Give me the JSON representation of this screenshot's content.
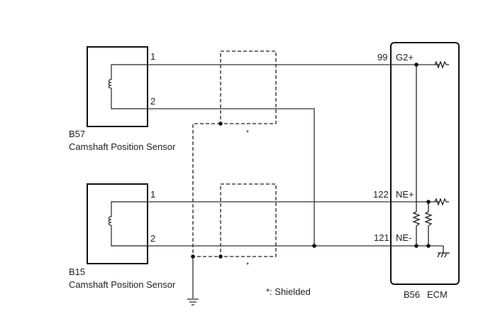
{
  "components": {
    "sensor_top": {
      "code": "B57",
      "name": "Camshaft Position Sensor",
      "pins": [
        "1",
        "2"
      ]
    },
    "sensor_bottom": {
      "code": "B15",
      "name": "Camshaft Position Sensor",
      "pins": [
        "1",
        "2"
      ]
    },
    "ecm": {
      "code": "B56",
      "name": "ECM",
      "terminals": [
        {
          "number": "99",
          "signal": "G2+"
        },
        {
          "number": "122",
          "signal": "NE+"
        },
        {
          "number": "121",
          "signal": "NE-"
        }
      ]
    }
  },
  "shield_marks": [
    "*",
    "*"
  ],
  "legend": "*: Shielded"
}
